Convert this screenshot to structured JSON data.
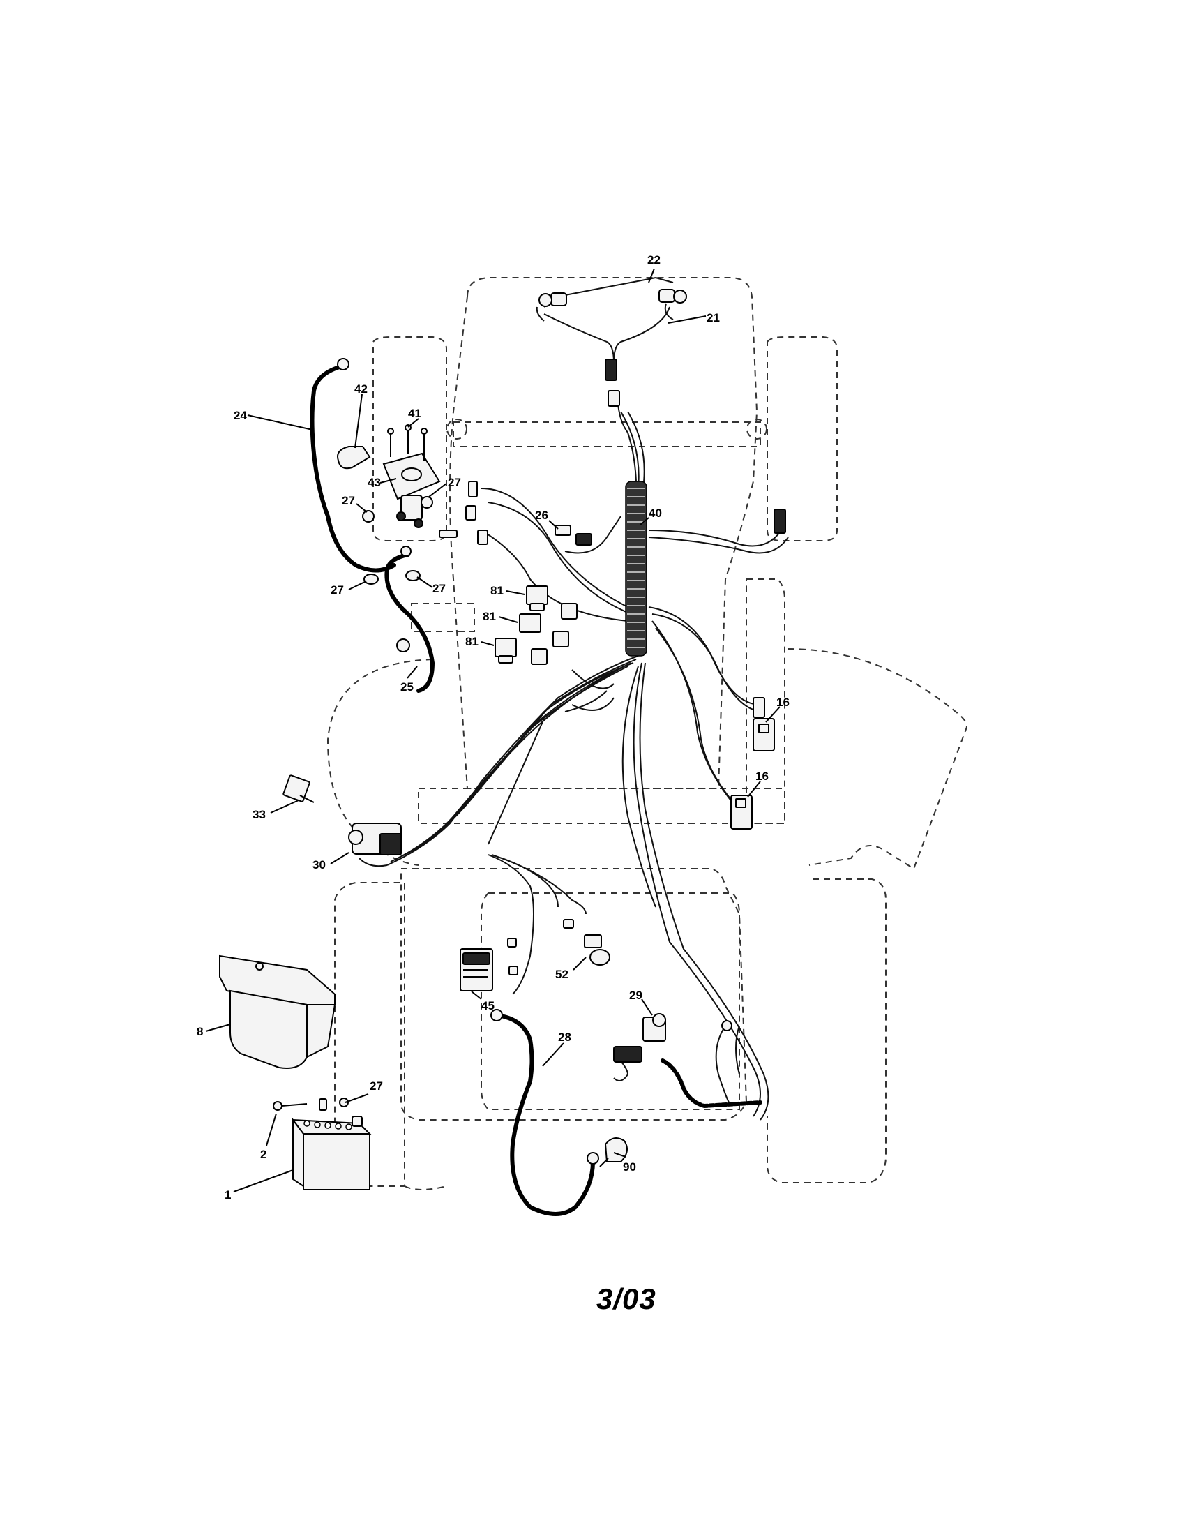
{
  "callouts": {
    "c1": "1",
    "c2": "2",
    "c8": "8",
    "c16a": "16",
    "c16b": "16",
    "c21": "21",
    "c22": "22",
    "c24": "24",
    "c25": "25",
    "c26": "26",
    "c27a": "27",
    "c27b": "27",
    "c27c": "27",
    "c27d": "27",
    "c27e": "27",
    "c28": "28",
    "c29": "29",
    "c30": "30",
    "c33": "33",
    "c40": "40",
    "c41": "41",
    "c42": "42",
    "c43": "43",
    "c45": "45",
    "c52": "52",
    "c81a": "81",
    "c81b": "81",
    "c81c": "81",
    "c90": "90"
  },
  "footer": {
    "date_code": "3/03"
  }
}
